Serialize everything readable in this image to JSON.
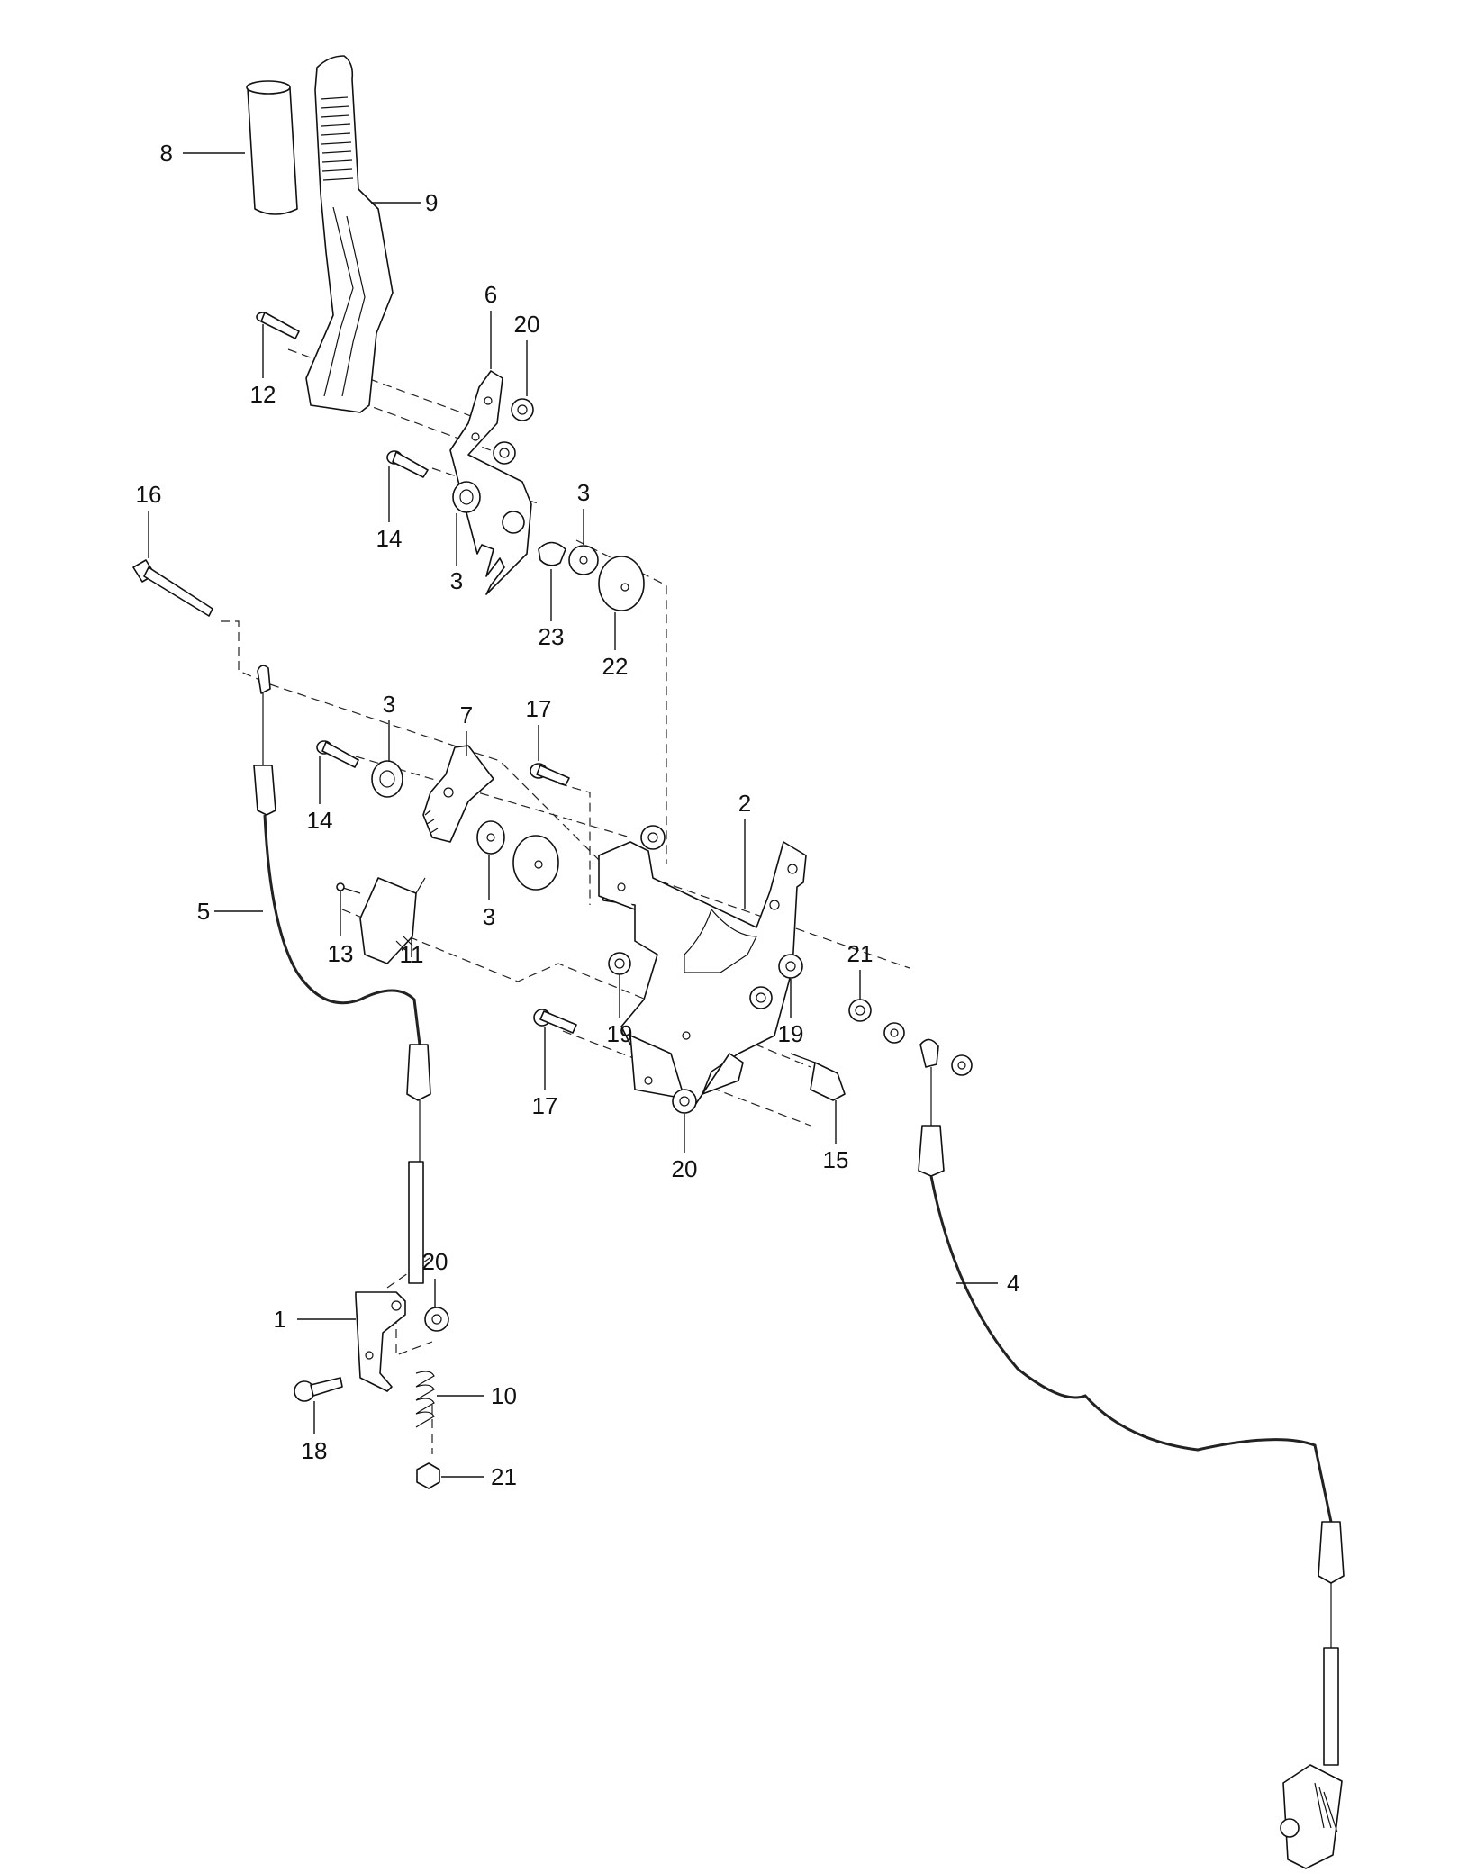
{
  "diagram": {
    "type": "exploded-parts-diagram",
    "callouts": [
      {
        "id": "c8",
        "number": "8"
      },
      {
        "id": "c9",
        "number": "9"
      },
      {
        "id": "c6",
        "number": "6"
      },
      {
        "id": "c20a",
        "number": "20"
      },
      {
        "id": "c12",
        "number": "12"
      },
      {
        "id": "c16",
        "number": "16"
      },
      {
        "id": "c14a",
        "number": "14"
      },
      {
        "id": "c3a",
        "number": "3"
      },
      {
        "id": "c3b",
        "number": "3"
      },
      {
        "id": "c23",
        "number": "23"
      },
      {
        "id": "c22",
        "number": "22"
      },
      {
        "id": "c3c",
        "number": "3"
      },
      {
        "id": "c7",
        "number": "7"
      },
      {
        "id": "c17a",
        "number": "17"
      },
      {
        "id": "c2",
        "number": "2"
      },
      {
        "id": "c14b",
        "number": "14"
      },
      {
        "id": "c3d",
        "number": "3"
      },
      {
        "id": "c5",
        "number": "5"
      },
      {
        "id": "c13",
        "number": "13"
      },
      {
        "id": "c11",
        "number": "11"
      },
      {
        "id": "c21a",
        "number": "21"
      },
      {
        "id": "c19a",
        "number": "19"
      },
      {
        "id": "c19b",
        "number": "19"
      },
      {
        "id": "c17b",
        "number": "17"
      },
      {
        "id": "c20b",
        "number": "20"
      },
      {
        "id": "c15",
        "number": "15"
      },
      {
        "id": "c4",
        "number": "4"
      },
      {
        "id": "c20c",
        "number": "20"
      },
      {
        "id": "c1",
        "number": "1"
      },
      {
        "id": "c10",
        "number": "10"
      },
      {
        "id": "c18",
        "number": "18"
      },
      {
        "id": "c21b",
        "number": "21"
      }
    ]
  }
}
